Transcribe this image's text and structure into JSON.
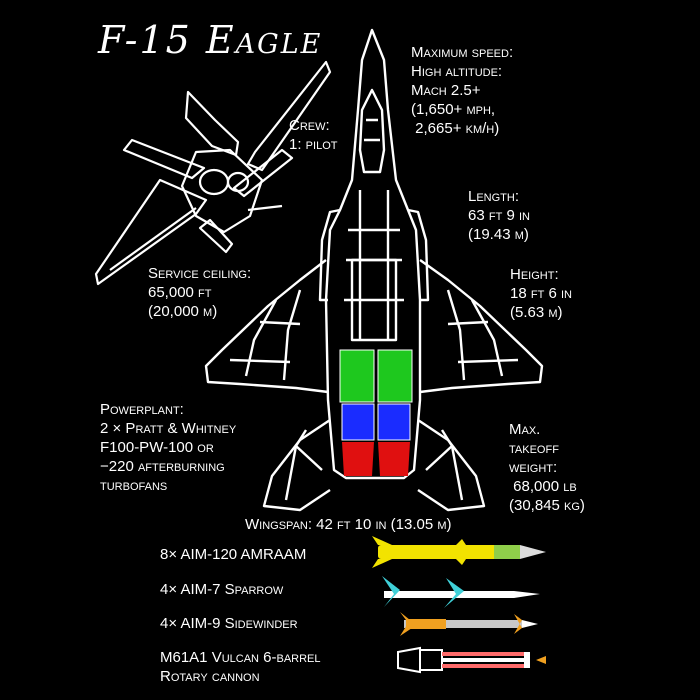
{
  "title": "F-15 Eagle",
  "specs": {
    "max_speed": "Maximum speed:\nHigh altitude:\nMach 2.5+\n(1,650+ mph,\n 2,665+ km/h)",
    "crew": "Crew:\n1: pilot",
    "length": "Length:\n63 ft 9 in\n(19.43 m)",
    "height": "Height:\n18 ft 6 in\n(5.63 m)",
    "service_ceiling": "Service ceiling:\n65,000 ft\n(20,000 m)",
    "powerplant": "Powerplant:\n2 × Pratt & Whitney\nF100-PW-100 or\n−220 afterburning\nturbofans",
    "max_takeoff_weight": "Max.\ntakeoff\nweight:\n 68,000 lb\n(30,845 kg)",
    "wingspan": "Wingspan: 42 ft 10 in (13.05 m)"
  },
  "armament": [
    {
      "label": "8× AIM-120 AMRAAM",
      "color": "#f2e300"
    },
    {
      "label": "4× AIM-7 Sparrow",
      "color": "#3fd0d8"
    },
    {
      "label": "4× AIM-9 Sidewinder",
      "color": "#f0a020"
    },
    {
      "label": "M61A1 Vulcan 6-barrel\nRotary cannon",
      "color": "#ff6a6a"
    }
  ],
  "colors": {
    "background": "#000000",
    "outline": "#ffffff",
    "fuel_tanks": "#1ec81e",
    "engine_front": "#1a2cff",
    "engine_rear": "#e01010"
  }
}
